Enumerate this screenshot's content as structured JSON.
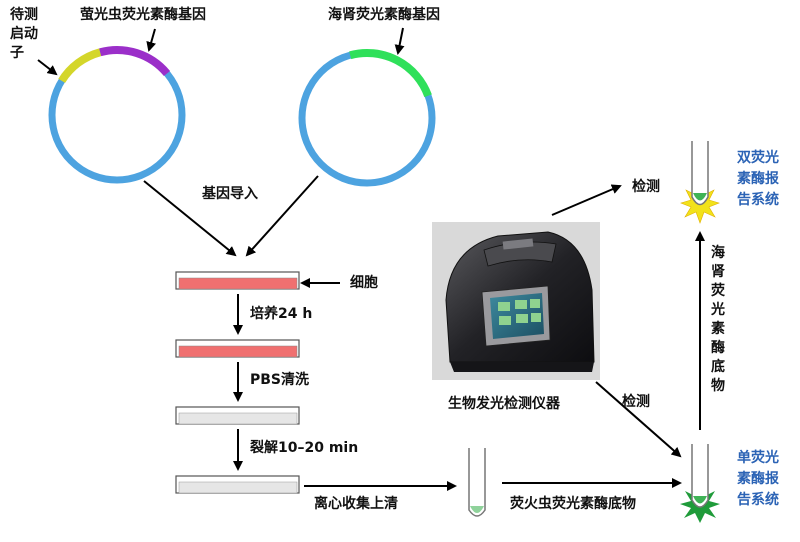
{
  "plasmid1": {
    "top_label": "萤光虫荧光素酶基因",
    "side_label": "待测启动子"
  },
  "plasmid2": {
    "top_label": "海肾荧光素酶基因"
  },
  "step_labels": {
    "transfection": "基因导入",
    "cells": "细胞",
    "culture": "培养24 h",
    "wash": "PBS清洗",
    "lysis": "裂解10–20 min",
    "centrifuge": "离心收集上清",
    "firefly_substrate": "荧火虫荧光素酶底物",
    "instrument": "生物发光检测仪器",
    "detect_top": "检测",
    "detect_mid": "检测",
    "renilla_substrate": "海肾荧光素酶底物"
  },
  "systems": {
    "single": "单荧光素酶报告系统",
    "dual": "双荧光素酶报告系统"
  },
  "colors": {
    "plasmid_ring": "#4da3e0",
    "promoter": "#d4d62a",
    "firefly_gene": "#9b2fc9",
    "renilla_gene": "#2fe05a",
    "cell_fill": "#f07070",
    "lysate_fill": "#e6e6e6",
    "glow_green": "#1f9b3a",
    "glow_yellow": "#f2e21a",
    "system_text": "#2b63b5"
  }
}
